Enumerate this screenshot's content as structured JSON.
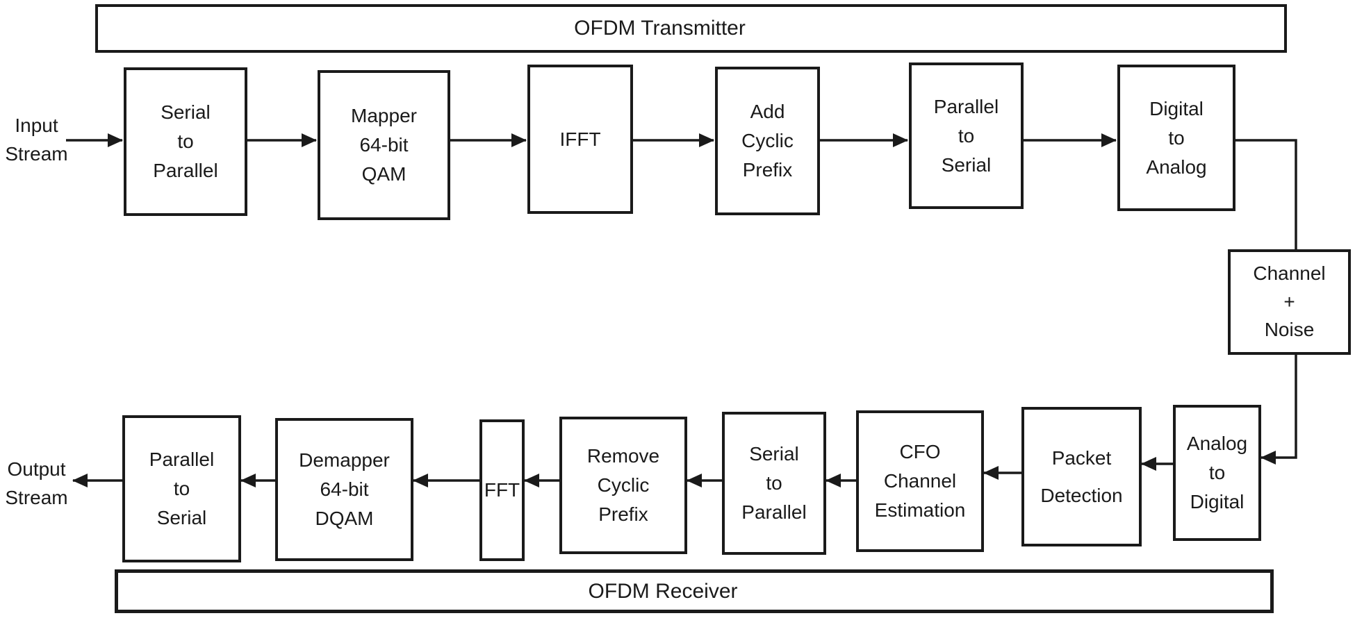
{
  "banners": {
    "transmitter": "OFDM Transmitter",
    "receiver": "OFDM Receiver"
  },
  "labels": {
    "input": "Input\nStream",
    "output": "Output\nStream"
  },
  "tx": {
    "serial_to_parallel": "Serial\nto\nParallel",
    "mapper": "Mapper\n64-bit\nQAM",
    "ifft": "IFFT",
    "add_cyclic_prefix": "Add\nCyclic\nPrefix",
    "parallel_to_serial": "Parallel\nto\nSerial",
    "digital_to_analog": "Digital\nto\nAnalog"
  },
  "channel": {
    "label": "Channel\n+\nNoise"
  },
  "rx": {
    "analog_to_digital": "Analog\nto\nDigital",
    "packet_detection": "Packet\nDetection",
    "cfo_channel_estimation": "CFO\nChannel\nEstimation",
    "serial_to_parallel": "Serial\nto\nParallel",
    "remove_cyclic_prefix": "Remove\nCyclic\nPrefix",
    "fft": "FFT",
    "demapper": "Demapper\n64-bit\nDQAM",
    "parallel_to_serial": "Parallel\nto\nSerial"
  },
  "colors": {
    "stroke": "#1a1a1a",
    "background": "#ffffff"
  }
}
